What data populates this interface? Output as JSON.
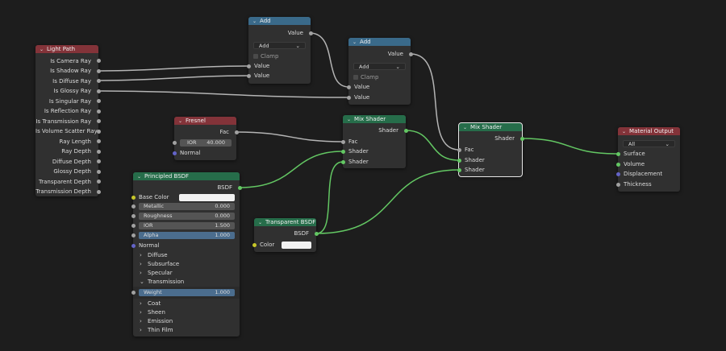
{
  "nodes": {
    "light_path": {
      "title": "Light Path",
      "outputs": [
        "Is Camera Ray",
        "Is Shadow Ray",
        "Is Diffuse Ray",
        "Is Glossy Ray",
        "Is Singular Ray",
        "Is Reflection Ray",
        "Is Transmission Ray",
        "Is Volume Scatter Ray",
        "Ray Length",
        "Ray Depth",
        "Diffuse Depth",
        "Glossy Depth",
        "Transparent Depth",
        "Transmission Depth"
      ]
    },
    "add1": {
      "title": "Add",
      "output": "Value",
      "operation": "Add",
      "clamp_label": "Clamp",
      "input_a": "Value",
      "input_b": "Value"
    },
    "add2": {
      "title": "Add",
      "output": "Value",
      "operation": "Add",
      "clamp_label": "Clamp",
      "input_a": "Value",
      "input_b": "Value"
    },
    "fresnel": {
      "title": "Fresnel",
      "output": "Fac",
      "ior_label": "IOR",
      "ior_value": "40.000",
      "normal_label": "Normal"
    },
    "mix1": {
      "title": "Mix Shader",
      "output": "Shader",
      "fac": "Fac",
      "shader_a": "Shader",
      "shader_b": "Shader"
    },
    "mix2": {
      "title": "Mix Shader",
      "output": "Shader",
      "fac": "Fac",
      "shader_a": "Shader",
      "shader_b": "Shader"
    },
    "material_output": {
      "title": "Material Output",
      "target": "All",
      "surface": "Surface",
      "volume": "Volume",
      "displacement": "Displacement",
      "thickness": "Thickness"
    },
    "principled": {
      "title": "Principled BSDF",
      "output": "BSDF",
      "base_color": "Base Color",
      "metallic_label": "Metallic",
      "metallic_value": "0.000",
      "roughness_label": "Roughness",
      "roughness_value": "0.000",
      "ior_label": "IOR",
      "ior_value": "1.500",
      "alpha_label": "Alpha",
      "alpha_value": "1.000",
      "normal_label": "Normal",
      "panel_diffuse": "Diffuse",
      "panel_subsurface": "Subsurface",
      "panel_specular": "Specular",
      "panel_transmission": "Transmission",
      "weight_label": "Weight",
      "weight_value": "1.000",
      "panel_coat": "Coat",
      "panel_sheen": "Sheen",
      "panel_emission": "Emission",
      "panel_thin_film": "Thin Film"
    },
    "transparent": {
      "title": "Transparent BSDF",
      "output": "BSDF",
      "color_label": "Color"
    }
  },
  "colors": {
    "shader_link": "#63c763",
    "value_link": "#b4b4b4",
    "header_red": "#833339",
    "header_blue": "#3a6a8a",
    "header_green": "#266d4a"
  }
}
